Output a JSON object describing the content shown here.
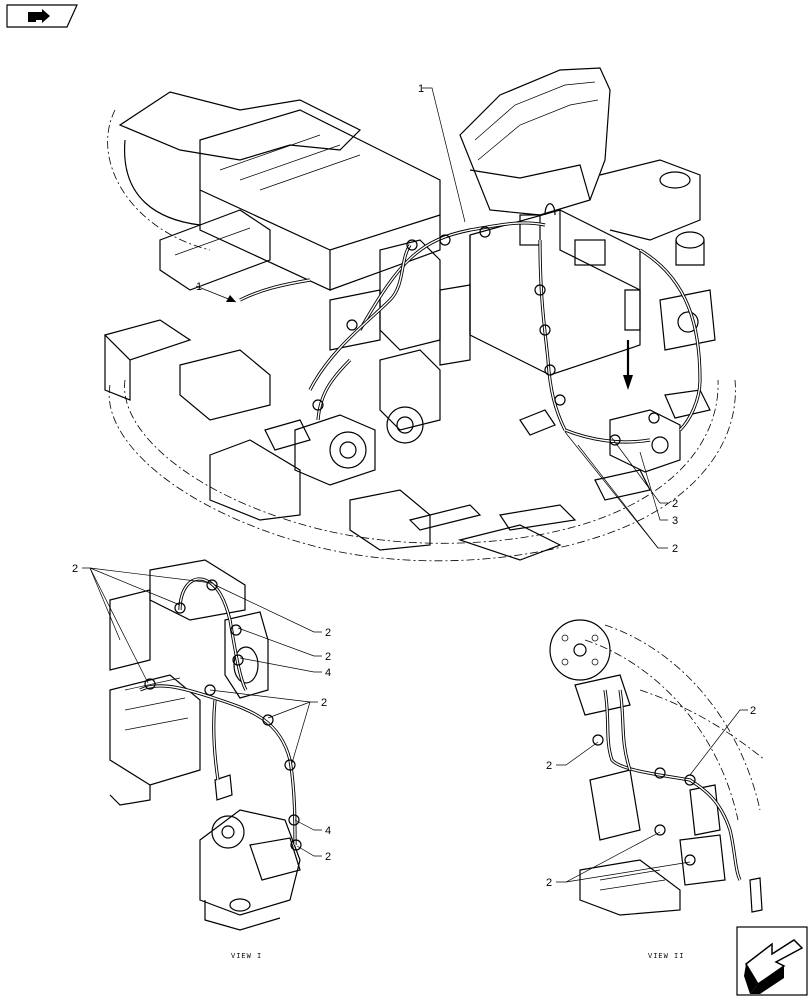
{
  "nav": {
    "top_icon": "previous-page-icon",
    "bottom_icon": "next-page-icon"
  },
  "callouts": {
    "c1_main": "1",
    "c1_left": "1",
    "c2_a": "2",
    "c3": "3",
    "c2_b": "2",
    "v1_2_top": "2",
    "v1_2_a": "2",
    "v1_2_b": "2",
    "v1_4_a": "4",
    "v1_2_c": "2",
    "v1_4_b": "4",
    "v1_2_d": "2",
    "v2_2_top": "2",
    "v2_2_left": "2",
    "v2_2_bottom": "2"
  },
  "views": {
    "view1": "VIEW I",
    "view2": "VIEW II"
  }
}
